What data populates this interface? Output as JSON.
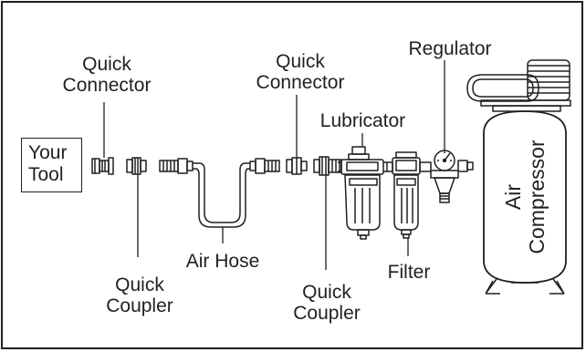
{
  "labels": {
    "quick_connector_left": [
      "Quick",
      "Connector"
    ],
    "quick_connector_right": [
      "Quick",
      "Connector"
    ],
    "regulator": "Regulator",
    "lubricator": "Lubricator",
    "your_tool": [
      "Your",
      "Tool"
    ],
    "quick_coupler_left": [
      "Quick",
      "Coupler"
    ],
    "air_hose": "Air Hose",
    "quick_coupler_right": [
      "Quick",
      "Coupler"
    ],
    "filter": "Filter",
    "air_compressor": [
      "Air",
      "Compressor"
    ]
  },
  "colors": {
    "ink": "#231f20",
    "background": "#ffffff"
  }
}
